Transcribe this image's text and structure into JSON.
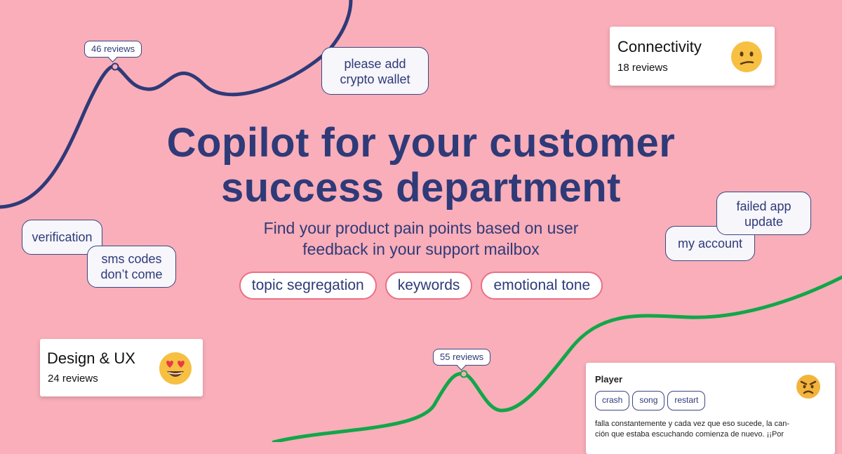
{
  "headline": {
    "line1": "Copilot for your customer",
    "line2": "success department"
  },
  "subheadline": {
    "line1": "Find your product pain points based on user",
    "line2": "feedback in your support mailbox"
  },
  "features": [
    "topic segregation",
    "keywords",
    "emotional tone"
  ],
  "bubbles": {
    "crypto_line1": "please add",
    "crypto_line2": "crypto wallet",
    "verification": "verification",
    "sms_line1": "sms codes",
    "sms_line2": "don’t come",
    "failed_line1": "failed app",
    "failed_line2": "update",
    "my_account": "my account"
  },
  "review_tags": {
    "top": "46 reviews",
    "bottom": "55 reviews"
  },
  "cards": {
    "connectivity": {
      "title": "Connectivity",
      "count": "18 reviews",
      "emoji": "confused-face-icon"
    },
    "design": {
      "title": "Design & UX",
      "count": "24 reviews",
      "emoji": "heart-eyes-face-icon"
    },
    "player": {
      "title": "Player",
      "chips": [
        "crash",
        "song",
        "restart"
      ],
      "review_line1": "falla constantemente y cada vez que eso sucede, la can-",
      "review_line2": "ción que estaba escuchando comienza de nuevo. ¡¡Por",
      "emoji": "angry-face-icon"
    }
  },
  "colors": {
    "background": "#f9aeb9",
    "navy": "#2f3a78",
    "green_curve": "#12a64a",
    "pill_border": "#ec6f85",
    "emoji_yellow": "#f7c043"
  }
}
